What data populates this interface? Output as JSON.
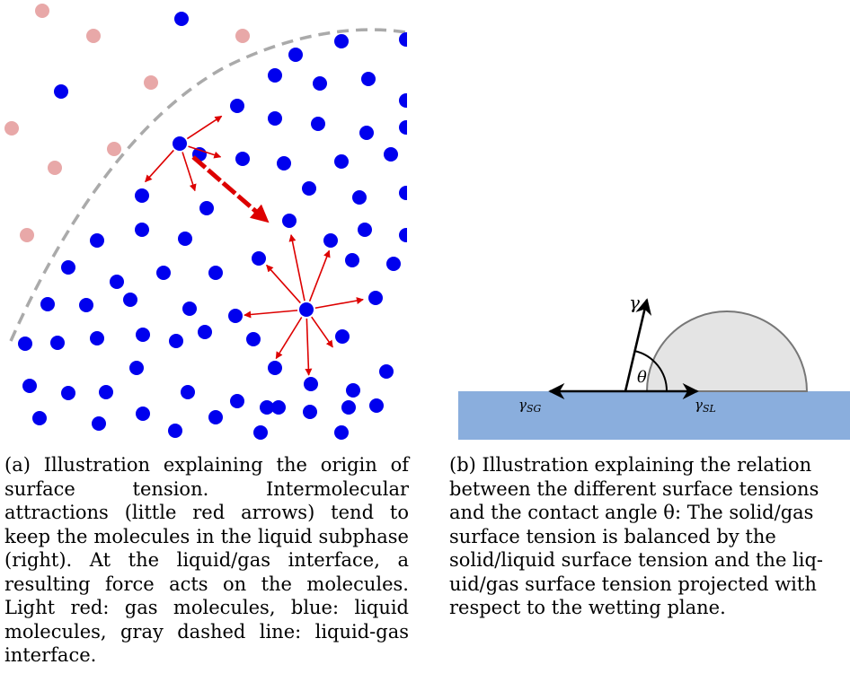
{
  "figure_a": {
    "colors": {
      "liquid_molecule": "#0000ee",
      "gas_molecule": "#e8a8a8",
      "attraction_arrow": "#dd0000",
      "interface_line": "#aaaaaa"
    }
  },
  "figure_b": {
    "labels": {
      "gamma": "γ",
      "theta": "θ",
      "gamma_sg": "γSG",
      "gamma_sl": "γSL"
    },
    "colors": {
      "substrate": "#8aaedd",
      "droplet_fill": "#e4e4e4",
      "droplet_edge": "#777777"
    }
  },
  "captions": {
    "a": "(a) Illustration explaining the origin of surface tension. Intermolecular attractions (little red arrows) tend to keep the molecules in the liquid subphase (right). At the liquid/gas interface, a resulting force acts on the molecules. Light red: gas molecules, blue: liquid molecules, gray dashed line: liquid-gas interface.",
    "b_lines": [
      "(b) Illustration explaining the relation",
      "between the different surface tensions",
      "and the contact angle θ: The solid/gas",
      "surface tension is balanced by the",
      "solid/liquid surface tension and the liq-",
      "uid/gas surface tension projected with",
      "respect to the wetting plane."
    ]
  }
}
